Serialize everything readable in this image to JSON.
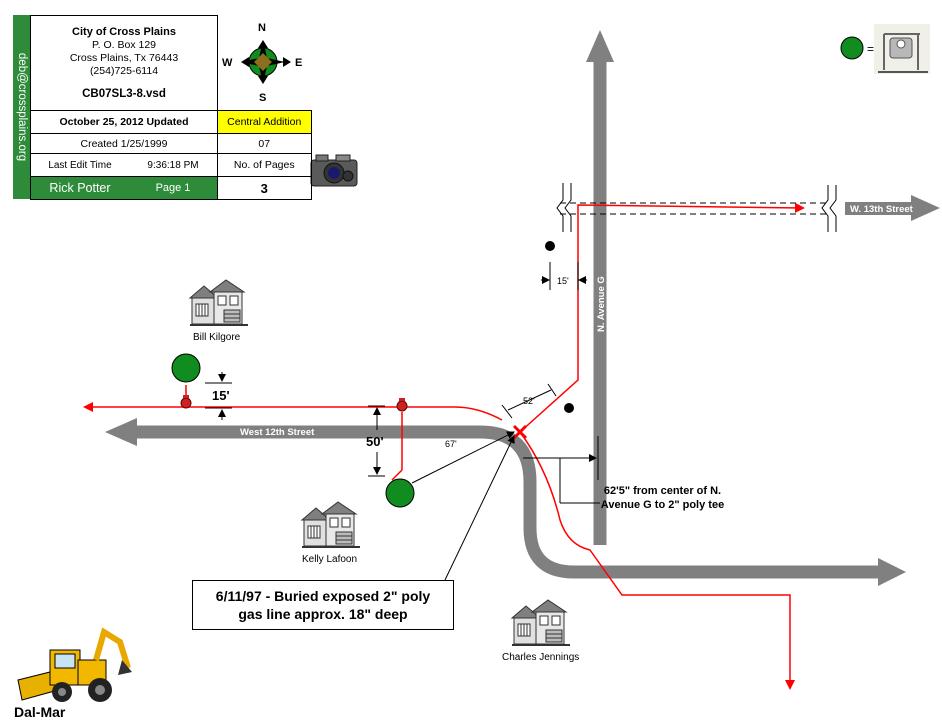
{
  "info_box": {
    "email": "deb@crossplains.org",
    "city": "City of Cross Plains",
    "po_box": "P. O. Box 129",
    "city_state_zip": "Cross Plains, Tx  76443",
    "phone": "(254)725-6114",
    "file_name": "CB07SL3-8.vsd",
    "updated": "October 25, 2012 Updated",
    "addition": "Central Addition",
    "created": "Created 1/25/1999",
    "addition_code": "07",
    "last_edit_label": "Last Edit Time",
    "last_edit_time": "9:36:18 PM",
    "pages_label": "No. of Pages",
    "author": "Rick Potter",
    "page": "Page 1",
    "num_pages": "3"
  },
  "compass": {
    "n": "N",
    "s": "S",
    "e": "E",
    "w": "W"
  },
  "legend": {
    "equals": "="
  },
  "streets": {
    "west_12th": "West 12th Street",
    "n_avenue_g": "N. Avenue G",
    "w_13th": "W. 13th Street"
  },
  "houses": {
    "bill": "Bill Kilgore",
    "kelly": "Kelly Lafoon",
    "charles": "Charles Jennings"
  },
  "dimensions": {
    "d15_left": "15'",
    "d50": "50'",
    "d67": "67'",
    "d52": "52'",
    "d15_top": "15'",
    "tee_note": "62'5\" from center of N. Avenue G to 2\" poly tee"
  },
  "callout": {
    "line1": "6/11/97 - Buried exposed 2\" poly",
    "line2": "gas line approx. 18\" deep"
  },
  "company": "Dal-Mar",
  "colors": {
    "gas_line": "#ff0000",
    "street": "#808080",
    "meter": "#118c1e",
    "header_green": "#2e8b3a",
    "highlight": "#ffff00"
  }
}
